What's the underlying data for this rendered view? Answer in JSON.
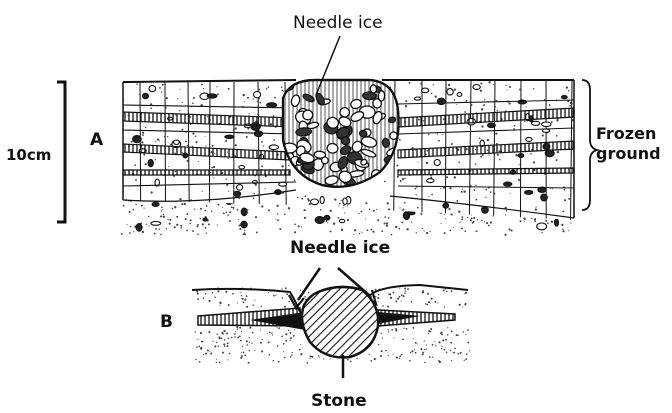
{
  "figure": {
    "panel_a": {
      "letter": "A",
      "scale_label": "10cm",
      "top_label": "Needle ice",
      "side_label_line1": "Frozen",
      "side_label_line2": "ground"
    },
    "panel_b": {
      "letter": "B",
      "top_label": "Needle ice",
      "bottom_label": "Stone"
    }
  },
  "colors": {
    "ink": "#111111",
    "paper": "#ffffff",
    "speckle": "#444444"
  }
}
